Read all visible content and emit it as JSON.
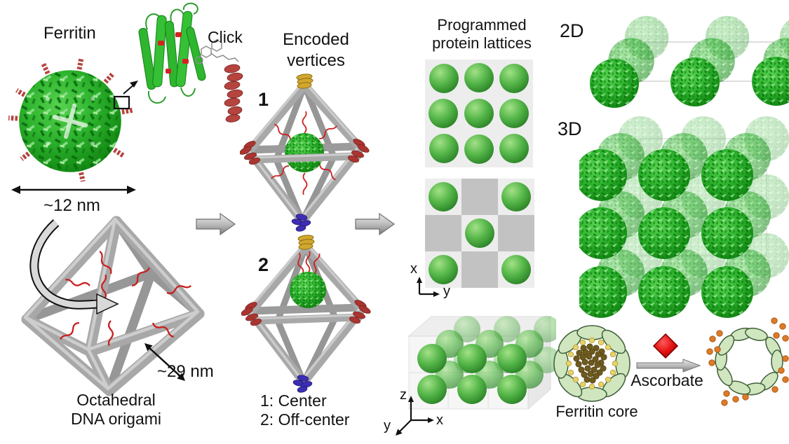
{
  "figure": {
    "panels": {
      "building_blocks": {
        "ferritin_label": "Ferritin",
        "click_label": "Click",
        "ferritin_diameter": "~12 nm",
        "origami_edge_length": "~29 nm",
        "origami_caption_line1": "Octahedral",
        "origami_caption_line2": "DNA origami"
      },
      "encoded_vertices": {
        "title_line1": "Encoded",
        "title_line2": "vertices",
        "design_1": "1",
        "design_2": "2",
        "legend_line1": "1: Center",
        "legend_line2": "2: Off-center"
      },
      "protein_lattices": {
        "title_line1": "Programmed",
        "title_line2": "protein lattices",
        "axis_x": "x",
        "axis_y": "y",
        "axis_z": "z"
      },
      "assemblies": {
        "label_2d": "2D",
        "label_3d": "3D"
      },
      "core_release": {
        "ferritin_core_label": "Ferritin core",
        "ascorbate_label": "Ascorbate"
      }
    },
    "colors": {
      "ferritin_green": "#2db32d",
      "anchor_helix_red": "#b5443f",
      "origami_gray": "#a8a8a8",
      "vertex_yellow": "#d2a72e",
      "vertex_red": "#aa3530",
      "vertex_blue": "#3b2eb3",
      "lattice_sphere_green": "#55b649",
      "lattice_cell_light": "#ededed",
      "lattice_cell_dark": "#c2c2c2",
      "protein_shell_green": "#cfe6bf",
      "iron_core_brown": "#6e5a1d",
      "iron_core_yellow": "#e7d267",
      "released_iron_orange": "#dd7b28",
      "ascorbate_red": "#e31010",
      "flow_arrow_gray": "#bcbcbc"
    }
  }
}
